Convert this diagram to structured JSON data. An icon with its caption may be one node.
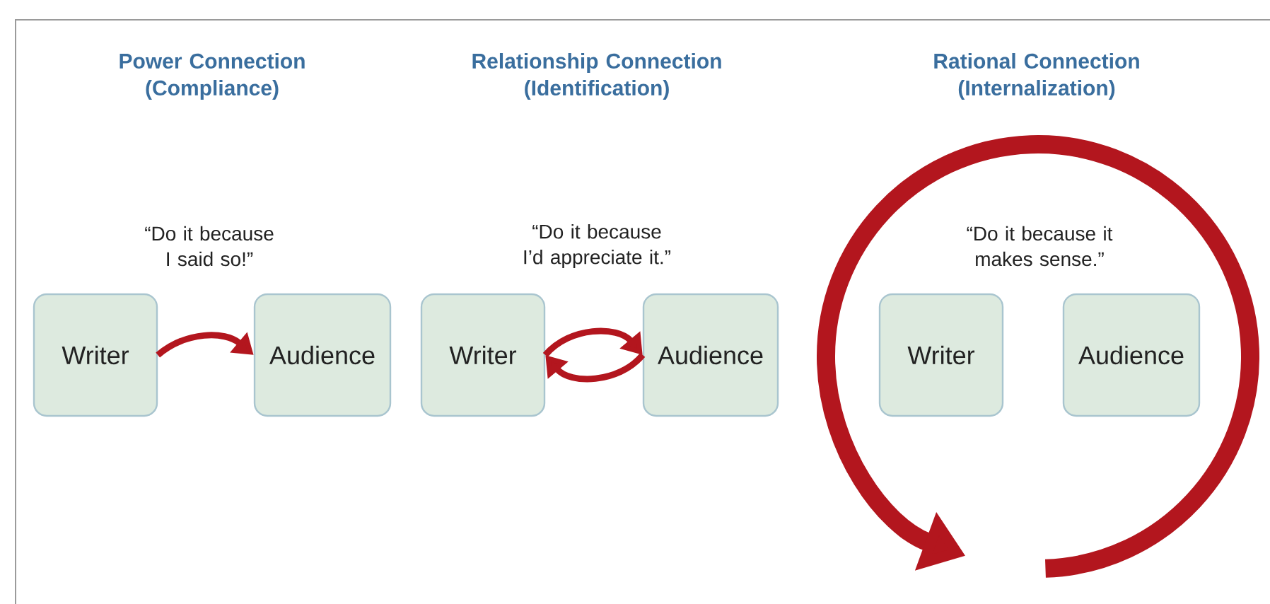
{
  "diagram": {
    "nodes": [
      {
        "text": [
          "Writer"
        ]
      },
      {
        "text": [
          "Audience"
        ]
      },
      {
        "text": [
          "Writer"
        ]
      },
      {
        "text": [
          "Audience"
        ]
      },
      {
        "text": [
          "Writer"
        ]
      },
      {
        "text": [
          "Audience"
        ]
      }
    ],
    "edges": [
      {
        "from": 0,
        "to": 1,
        "arrow": "to"
      },
      {
        "from": 2,
        "to": 3,
        "arrow": "to"
      },
      {
        "from": 3,
        "to": 2,
        "arrow": "to"
      }
    ],
    "labels": [
      "Power Connection (Compliance)",
      "Relationship Connection (Identification)",
      "Rational Connection (Internalization)",
      "“Do it because I said so!”",
      "“Do it because I’d appreciate it.”",
      "“Do it because it makes sense.”"
    ]
  }
}
